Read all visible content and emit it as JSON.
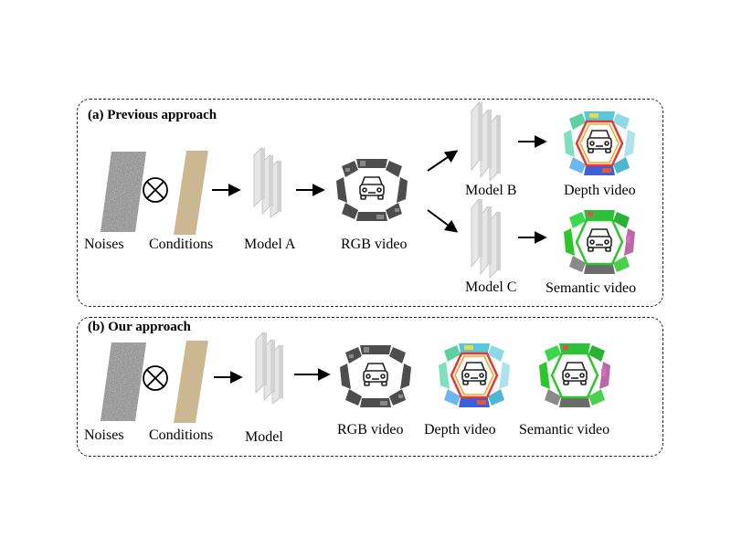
{
  "panel_a": {
    "title": "(a) Previous approach",
    "labels": {
      "noises": "Noises",
      "conditions": "Conditions",
      "model_a": "Model A",
      "rgb": "RGB video",
      "model_b": "Model B",
      "depth": "Depth video",
      "model_c": "Model C",
      "semantic": "Semantic video"
    }
  },
  "panel_b": {
    "title": "(b) Our approach",
    "labels": {
      "noises": "Noises",
      "conditions": "Conditions",
      "model": "Model",
      "rgb": "RGB video",
      "depth": "Depth video",
      "semantic": "Semantic video"
    }
  },
  "colors": {
    "noise": "#8a8a8a",
    "condition": "#cbb893",
    "model": "#d9d9d9",
    "depth_ring": "#e53935",
    "semantic_ring": "#2ec52e"
  },
  "icons": {
    "operator": "circle-times-icon",
    "model": "stacked-layers-icon",
    "video": "surround-view-car-icon",
    "arrow": "arrow-right-icon"
  }
}
